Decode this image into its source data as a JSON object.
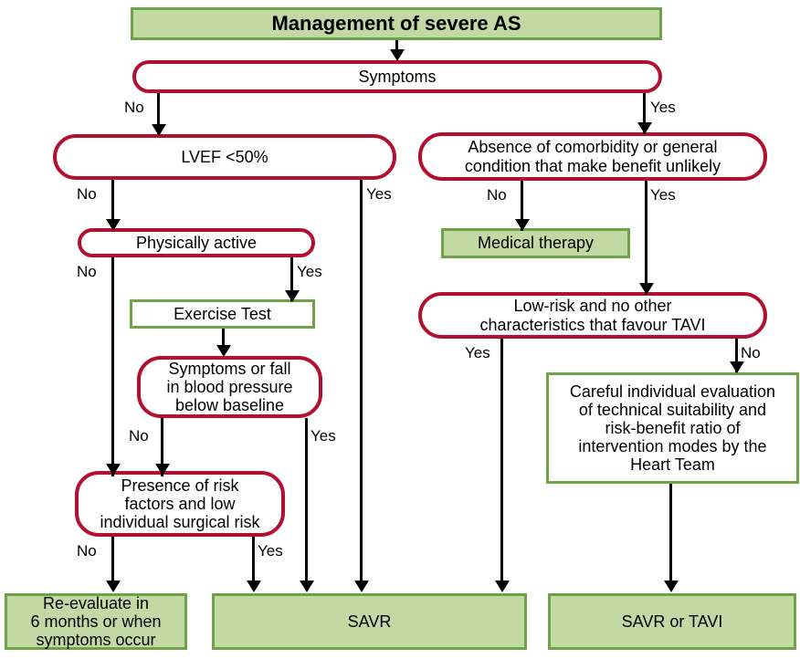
{
  "figure": {
    "title_box": "Management of severe AS",
    "nodes": {
      "symptoms": "Symptoms",
      "lvef": "LVEF <50%",
      "absence_comorbidity": "Absence of comorbidity or general\ncondition that make benefit unlikely",
      "physically_active": "Physically active",
      "medical_therapy": "Medical therapy",
      "exercise_test": "Exercise Test",
      "low_risk_tavi": "Low-risk and no other\ncharacteristics that favour TAVI",
      "symptoms_or_fall": "Symptoms or fall\nin blood pressure\nbelow baseline",
      "careful_evaluation": "Careful individual evaluation\nof technical suitability and\nrisk-benefit ratio of\nintervention modes by the\nHeart Team",
      "presence_risk_factors": "Presence of risk\nfactors and low\nindividual surgical risk",
      "re_evaluate": "Re-evaluate in\n6 months or when\nsymptoms occur",
      "savr": "SAVR",
      "savr_or_tavi": "SAVR or TAVI"
    },
    "edge_labels": {
      "symptoms_no": "No",
      "symptoms_yes": "Yes",
      "lvef_no": "No",
      "lvef_yes": "Yes",
      "absence_no": "No",
      "absence_yes": "Yes",
      "active_no": "No",
      "active_yes": "Yes",
      "lowrisk_yes": "Yes",
      "lowrisk_no": "No",
      "symptomsfall_no": "No",
      "symptomsfall_yes": "Yes",
      "presence_no": "No",
      "presence_yes": "Yes"
    },
    "colors": {
      "decision_border": "#b11030",
      "green_border": "#6ea247",
      "green_fill": "#c3d9a5",
      "connector": "#000000",
      "text": "#000000",
      "background": "#ffffff"
    }
  }
}
